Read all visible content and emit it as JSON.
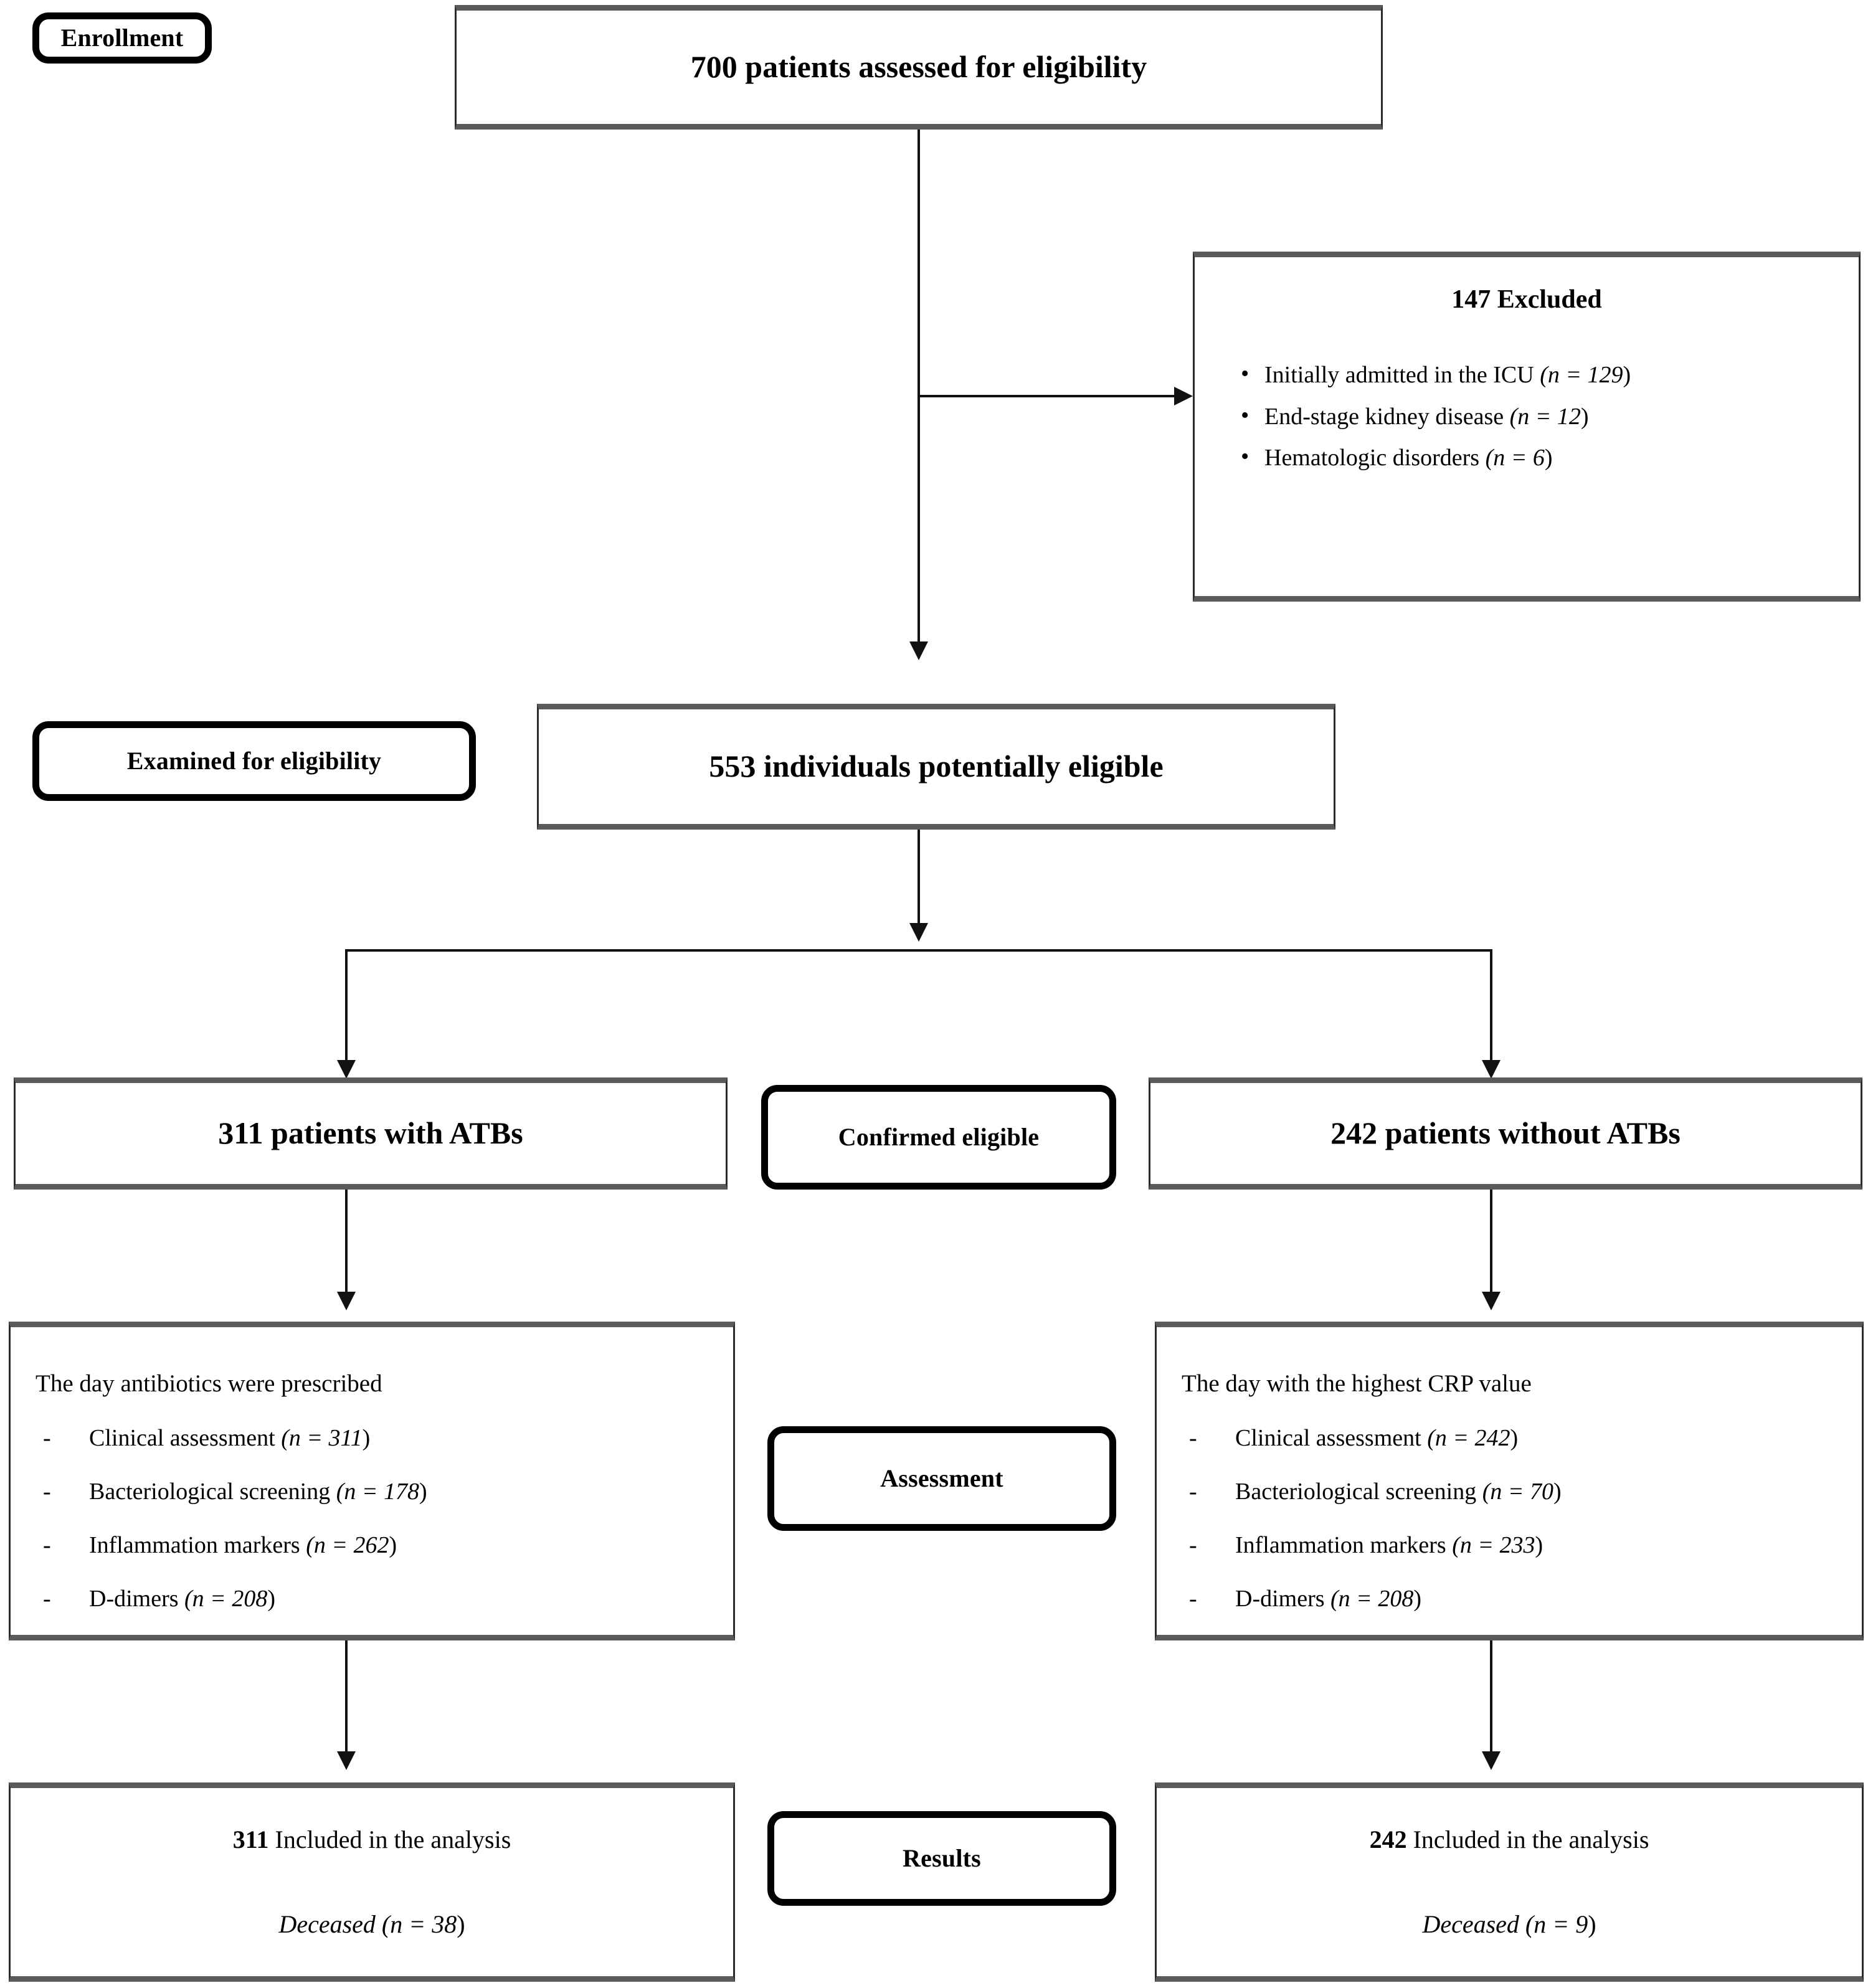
{
  "figure": {
    "type": "flowchart",
    "kind": "consort-patient-flow"
  },
  "stages": {
    "enrollment": "Enrollment",
    "examined": "Examined for eligibility",
    "confirmed": "Confirmed eligible",
    "assessment": "Assessment",
    "results": "Results"
  },
  "nodes": {
    "assessed": {
      "text": "700 patients assessed for eligibility",
      "count": 700
    },
    "excluded": {
      "title": "147 Excluded",
      "count": 147,
      "reasons": [
        {
          "label": "Initially admitted in the ICU",
          "n_prefix": "(n = ",
          "n": "129",
          "n_suffix": ")"
        },
        {
          "label": "End-stage kidney disease",
          "n_prefix": "(n = ",
          "n": "12",
          "n_suffix": ")"
        },
        {
          "label": "Hematologic disorders",
          "n_prefix": "(n = ",
          "n": "6",
          "n_suffix": ")"
        }
      ]
    },
    "eligible": {
      "text": "553 individuals potentially eligible",
      "count": 553
    },
    "with_atbs": {
      "text": "311 patients with ATBs",
      "count": 311
    },
    "without_atbs": {
      "text": "242 patients without ATBs",
      "count": 242
    },
    "assessment_left": {
      "heading": "The day antibiotics were prescribed",
      "items": [
        {
          "label": "Clinical assessment",
          "n_prefix": "(n = ",
          "n": "311",
          "n_suffix": ")"
        },
        {
          "label": "Bacteriological screening",
          "n_prefix": "(n = ",
          "n": "178",
          "n_suffix": ")"
        },
        {
          "label": "Inflammation markers",
          "n_prefix": "(n = ",
          "n": "262",
          "n_suffix": ")"
        },
        {
          "label": "D-dimers",
          "n_prefix": "(n = ",
          "n": "208",
          "n_suffix": ")"
        }
      ]
    },
    "assessment_right": {
      "heading": "The day with the highest CRP value",
      "items": [
        {
          "label": "Clinical assessment",
          "n_prefix": "(n = ",
          "n": "242",
          "n_suffix": ")"
        },
        {
          "label": "Bacteriological screening",
          "n_prefix": "(n = ",
          "n": "70",
          "n_suffix": ")"
        },
        {
          "label": "Inflammation markers",
          "n_prefix": "(n = ",
          "n": "233",
          "n_suffix": ")"
        },
        {
          "label": "D-dimers",
          "n_prefix": "(n = ",
          "n": "208",
          "n_suffix": ")"
        }
      ]
    },
    "result_left": {
      "count": "311",
      "included_text": " Included in the analysis",
      "deceased_label": "Deceased (n = ",
      "deceased_n": "38",
      "deceased_suffix": ")"
    },
    "result_right": {
      "count": "242",
      "included_text": " Included in the analysis",
      "deceased_label": "Deceased (n = ",
      "deceased_n": "9",
      "deceased_suffix": ")"
    }
  },
  "colors": {
    "ink": "#000000",
    "box_border": "#2b2b2b",
    "box_edge": "#5a5a5a",
    "connector": "#111111",
    "background": "#ffffff"
  }
}
